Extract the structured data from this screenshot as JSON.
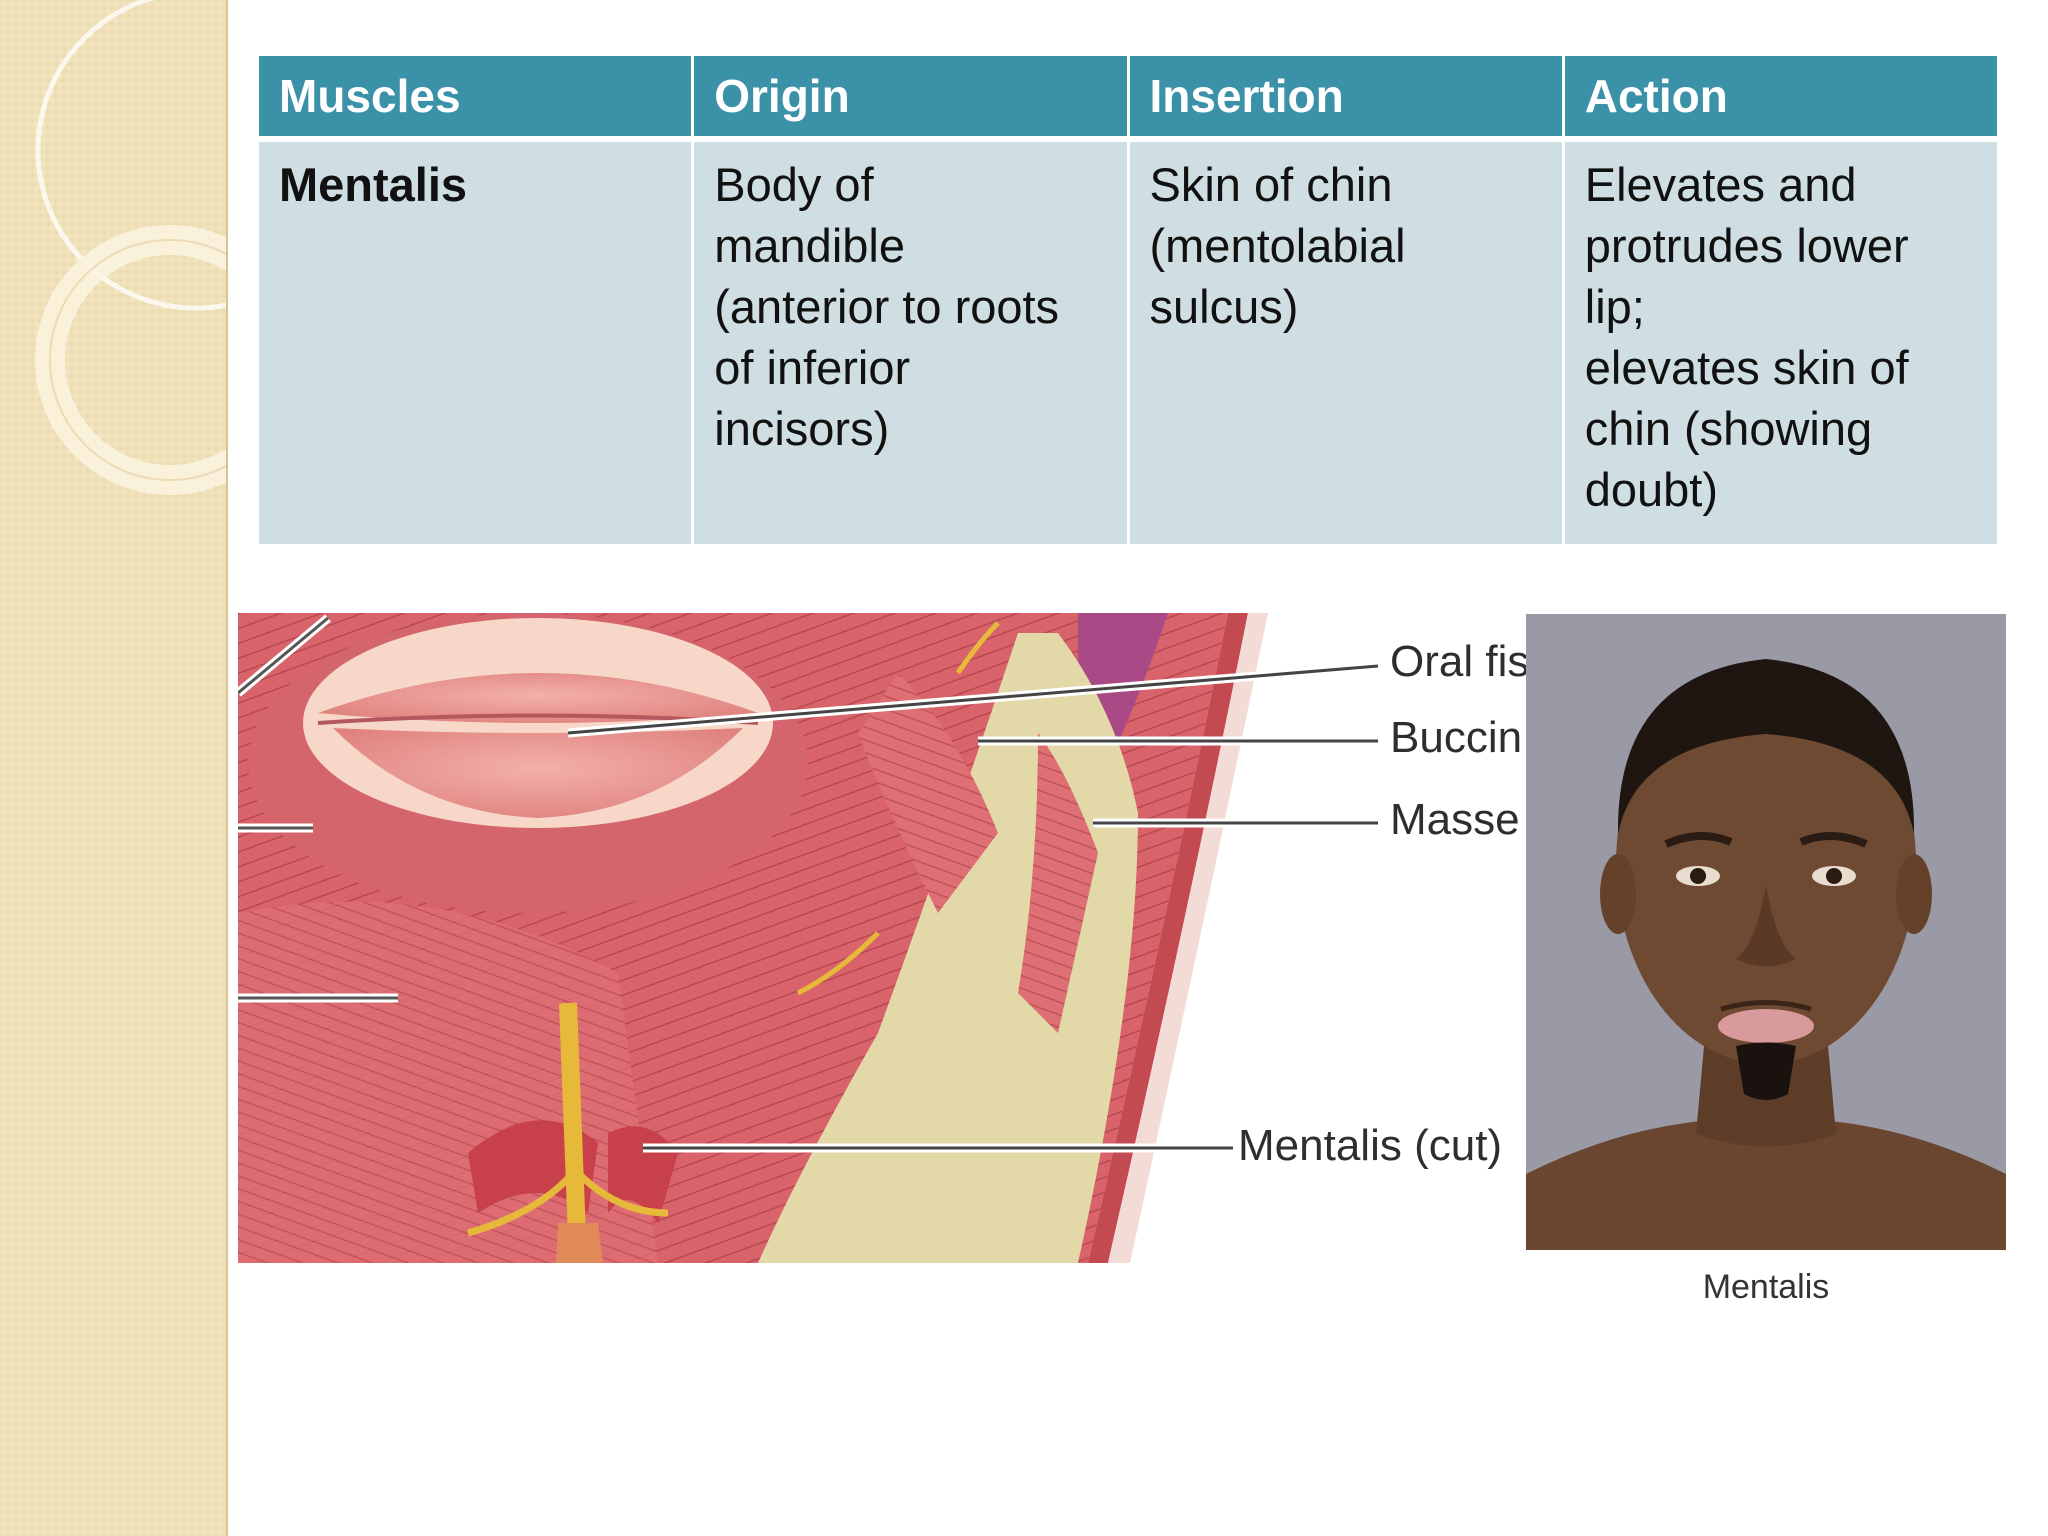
{
  "table": {
    "headers": [
      "Muscles",
      "Origin",
      "Insertion",
      "Action"
    ],
    "row": {
      "muscle": "Mentalis",
      "origin_lines": [
        "Body of",
        "mandible",
        "(anterior to roots",
        "of inferior",
        "incisors)"
      ],
      "insertion_lines": [
        "Skin of chin",
        "(mentolabial",
        "sulcus)"
      ],
      "action_lines": [
        "Elevates and",
        "protrudes lower",
        "lip;",
        "elevates skin of",
        "chin (showing",
        "doubt)"
      ]
    }
  },
  "illustration": {
    "labels": {
      "oral": "Oral fis",
      "buccinator": "Buccin",
      "masseter": "Masse",
      "mentalis": "Mentalis (cut)"
    }
  },
  "photo": {
    "caption": "Mentalis"
  },
  "colors": {
    "header_bg": "#3a91a8",
    "cell_bg": "#cfdee3",
    "strip_bg": "#efe0b8"
  }
}
